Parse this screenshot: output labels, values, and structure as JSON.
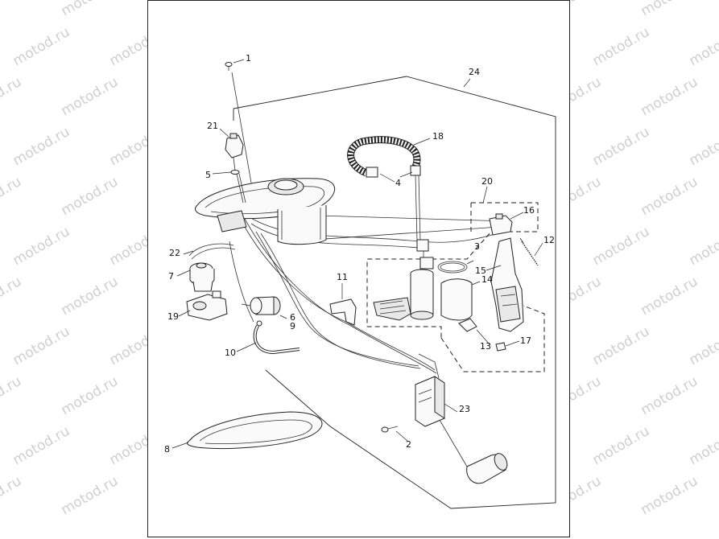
{
  "diagram": {
    "watermark_text": "motod.ru",
    "callouts": [
      "1",
      "2",
      "3",
      "4",
      "5",
      "6",
      "7",
      "8",
      "9",
      "10",
      "11",
      "12",
      "13",
      "14",
      "15",
      "16",
      "17",
      "18",
      "19",
      "20",
      "21",
      "22",
      "23",
      "24"
    ]
  }
}
